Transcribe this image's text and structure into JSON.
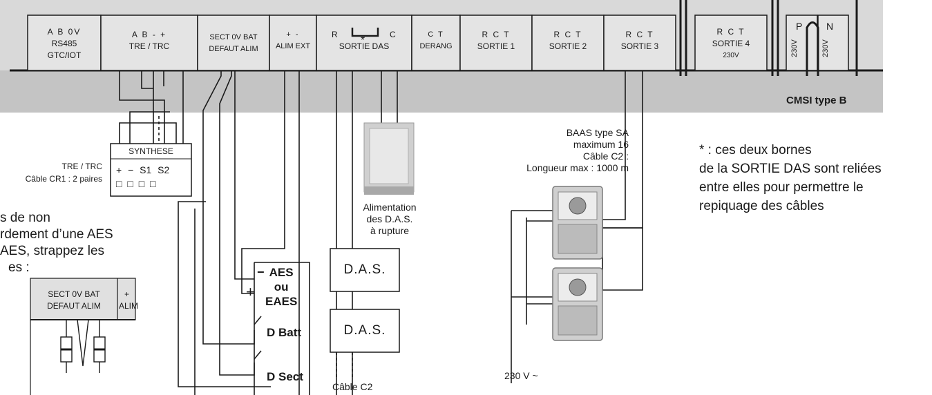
{
  "terminal_block": {
    "rs485_top": "A B 0V",
    "rs485_mid": "RS485",
    "rs485_bot": "GTC/IOT",
    "tre_top": "A B - +",
    "tre_bot": "TRE / TRC",
    "sect_top": "SECT 0V BAT",
    "sect_bot": "DEFAUT ALIM",
    "alim_top": "+ -",
    "alim_bot": "ALIM EXT",
    "das_top_r": "R",
    "das_top_c": "C",
    "das_star": "*",
    "das_bot": "SORTIE DAS",
    "derang_top": "C T",
    "derang_bot": "DERANG",
    "s1_top": "R C T",
    "s1_bot": "SORTIE 1",
    "s2_top": "R C T",
    "s2_bot": "SORTIE 2",
    "s3_top": "R C T",
    "s3_bot": "SORTIE 3",
    "s4_top": "R C T",
    "s4_bot": "SORTIE 4",
    "s4_sub": "230V",
    "p_label": "P",
    "n_label": "N",
    "v1": "230V",
    "v2": "230V",
    "cmsi": "CMSI type B"
  },
  "synthese": {
    "title": "SYNTHESE",
    "pins": "+ − S1 S2",
    "boxes": "□ □ □ □"
  },
  "tre_cable": {
    "line1": "TRE / TRC",
    "line2": "Câble CR1 : 2 paires"
  },
  "note_left": {
    "line1": "s de non",
    "line2": "rdement d’une AES",
    "line3": "AES, strappez les",
    "line4": "es :"
  },
  "inset": {
    "sect_top": "SECT 0V BAT",
    "sect_bot": "DEFAUT ALIM",
    "plus": "+",
    "alim": "ALIM"
  },
  "aes": {
    "minus": "−",
    "plus": "+",
    "aes": "AES",
    "ou": "ou",
    "eaes": "EAES",
    "dbatt": "D Batt",
    "dsect": "D Sect"
  },
  "das_units": [
    "D.A.S.",
    "D.A.S."
  ],
  "cable_c2": "Câble C2",
  "alimentation": {
    "line1": "Alimentation",
    "line2": "des D.A.S.",
    "line3": "à rupture"
  },
  "baas": {
    "line1": "BAAS type SA",
    "line2": "maximum 16",
    "line3": "Câble C2 :",
    "line4": "Longueur max  : 1000 m"
  },
  "v230": "230 V ~",
  "note_right": {
    "line1": "* : ces deux bornes",
    "line2": "de la SORTIE DAS sont reliées",
    "line3": "entre elles pour permettre le",
    "line4": "repiquage des câbles"
  },
  "colors": {
    "panel": "#d9d9d9",
    "strip": "#c6c6c6",
    "terminal": "#e4e4e4",
    "line": "#1a1a1a",
    "module": "#bfbfbf"
  }
}
